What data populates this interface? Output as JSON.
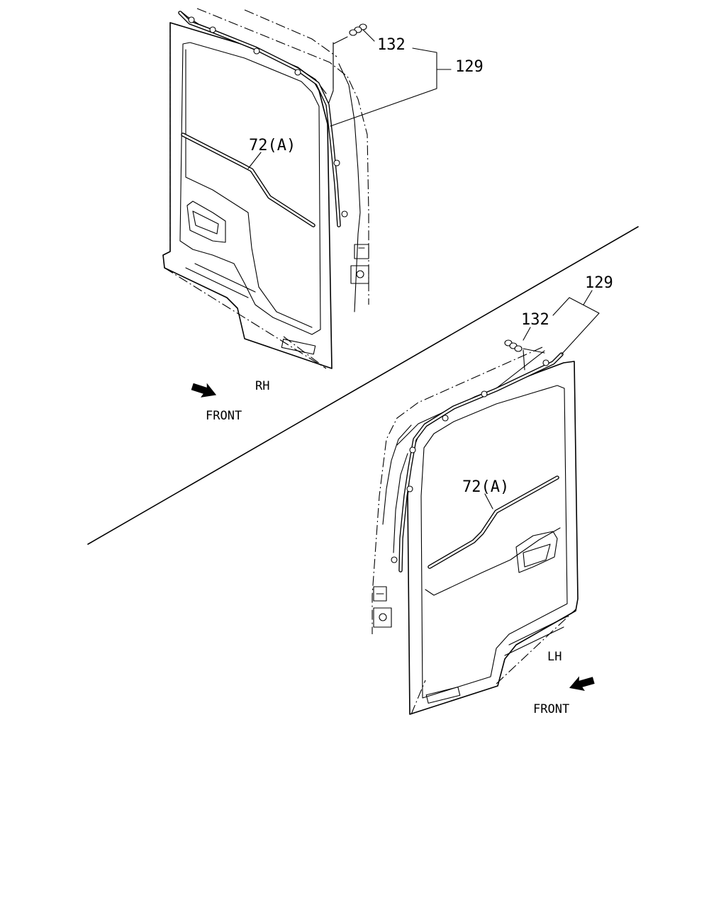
{
  "labels": {
    "rh": {
      "part_132": "132",
      "part_129": "129",
      "part_72a": "72(A)",
      "side": "RH",
      "direction": "FRONT"
    },
    "lh": {
      "part_132": "132",
      "part_129": "129",
      "part_72a": "72(A)",
      "side": "LH",
      "direction": "FRONT"
    }
  },
  "icons": [
    "front-arrow-icon",
    "clip-fastener-icon"
  ],
  "colors": {
    "line": "#000000",
    "background": "#ffffff"
  }
}
